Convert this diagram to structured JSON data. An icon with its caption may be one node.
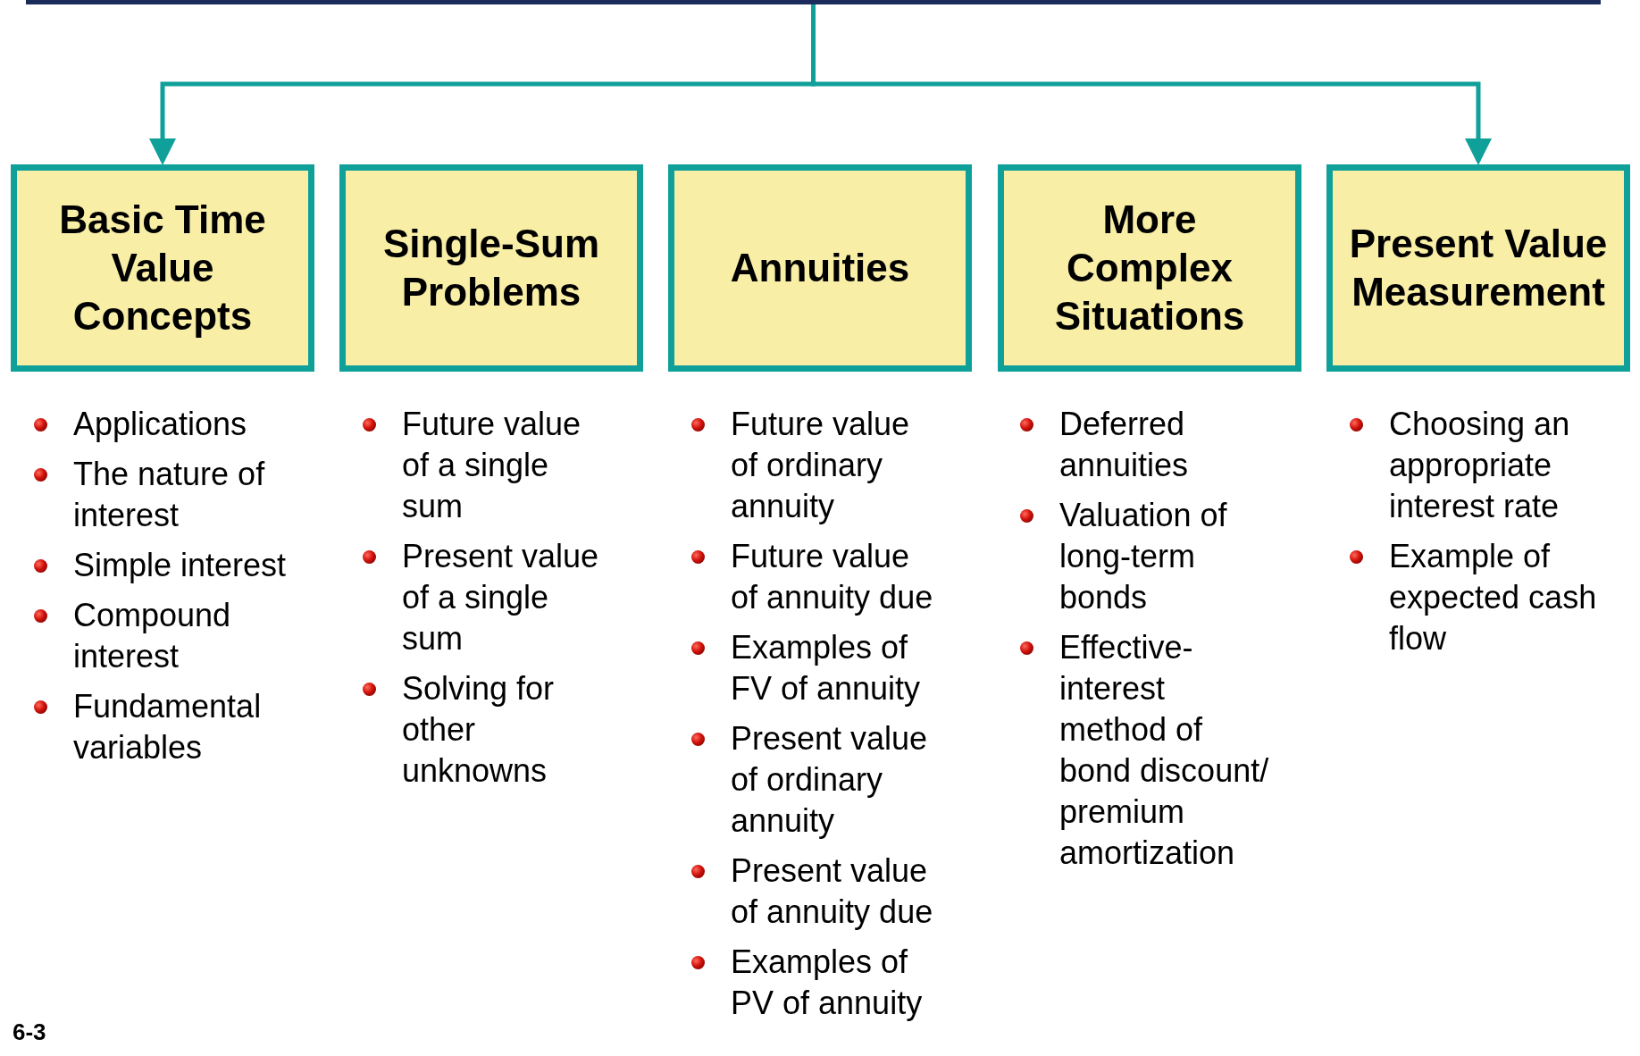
{
  "diagram": {
    "nodes": [
      {
        "text": [],
        "shape": "box"
      },
      {
        "text": [
          "Basic Time Value Concepts"
        ]
      },
      {
        "text": [
          "Single-Sum Problems"
        ]
      },
      {
        "text": [
          "Annuities"
        ]
      },
      {
        "text": [
          "More Complex Situations"
        ]
      },
      {
        "text": [
          "Present Value Measurement"
        ]
      }
    ],
    "edges": [
      {
        "from": 0,
        "to": 1,
        "arrow": "to"
      },
      {
        "from": 0,
        "to": 5,
        "arrow": "to"
      }
    ],
    "labels": [
      "Applications",
      "The nature of interest",
      "Simple interest",
      "Compound interest",
      "Fundamental variables",
      "Future value of a single sum",
      "Present value of a single sum",
      "Solving for other unknowns",
      "Future value of ordinary annuity",
      "Future value of annuity due",
      "Examples of FV of annuity",
      "Present value of ordinary annuity",
      "Present value of annuity due",
      "Examples of PV of annuity",
      "Deferred annuities",
      "Valuation of long-term bonds",
      "Effective-interest method of bond discount/ premium amortization",
      "Choosing an appropriate interest rate",
      "Example of expected cash flow",
      "6-3"
    ]
  }
}
